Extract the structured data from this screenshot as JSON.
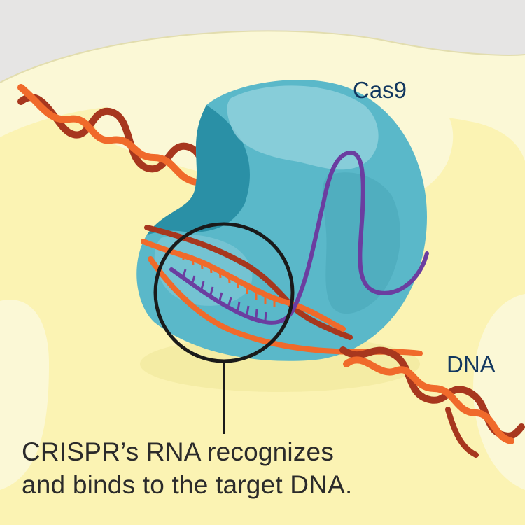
{
  "labels": {
    "cas9": "Cas9",
    "dna": "DNA"
  },
  "caption": {
    "line1": "CRISPR’s RNA recognizes",
    "line2": "and binds to the target DNA."
  },
  "colors": {
    "background_outer": "#e6e5e4",
    "cell_light": "#fbf8d6",
    "cell_inner": "#fbf3b3",
    "cas9_main": "#5ab8c9",
    "cas9_dark": "#2a90a6",
    "cas9_light": "#8fd0dc",
    "dna_front": "#f06a2b",
    "dna_back": "#a7371e",
    "rna": "#6b3da0",
    "label_text": "#12375f",
    "caption_text": "#2b2b2b"
  },
  "icons": {
    "zoom_circle": "magnifier-ring-icon"
  }
}
